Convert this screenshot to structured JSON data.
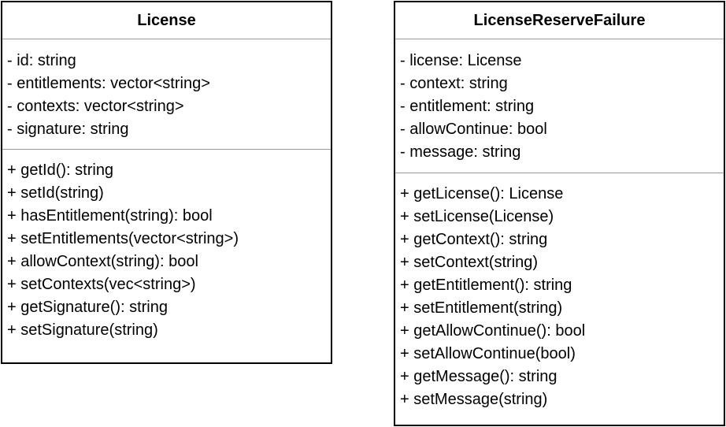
{
  "classes": [
    {
      "name": "License",
      "attributes": [
        "- id: string",
        "- entitlements: vector<string>",
        "- contexts: vector<string>",
        "- signature: string"
      ],
      "operations": [
        "+ getId(): string",
        "+ setId(string)",
        "+ hasEntitlement(string): bool",
        "+ setEntitlements(vector<string>)",
        "+ allowContext(string): bool",
        "+ setContexts(vec<string>)",
        "+ getSignature(): string",
        "+ setSignature(string)"
      ]
    },
    {
      "name": "LicenseReserveFailure",
      "attributes": [
        "- license: License",
        "- context: string",
        "- entitlement: string",
        "- allowContinue: bool",
        "- message: string"
      ],
      "operations": [
        "+ getLicense(): License",
        "+ setLicense(License)",
        "+ getContext(): string",
        "+ setContext(string)",
        "+ getEntitlement(): string",
        "+ setEntitlement(string)",
        "+ getAllowContinue(): bool",
        "+ setAllowContinue(bool)",
        "+ getMessage(): string",
        "+ setMessage(string)"
      ]
    }
  ]
}
